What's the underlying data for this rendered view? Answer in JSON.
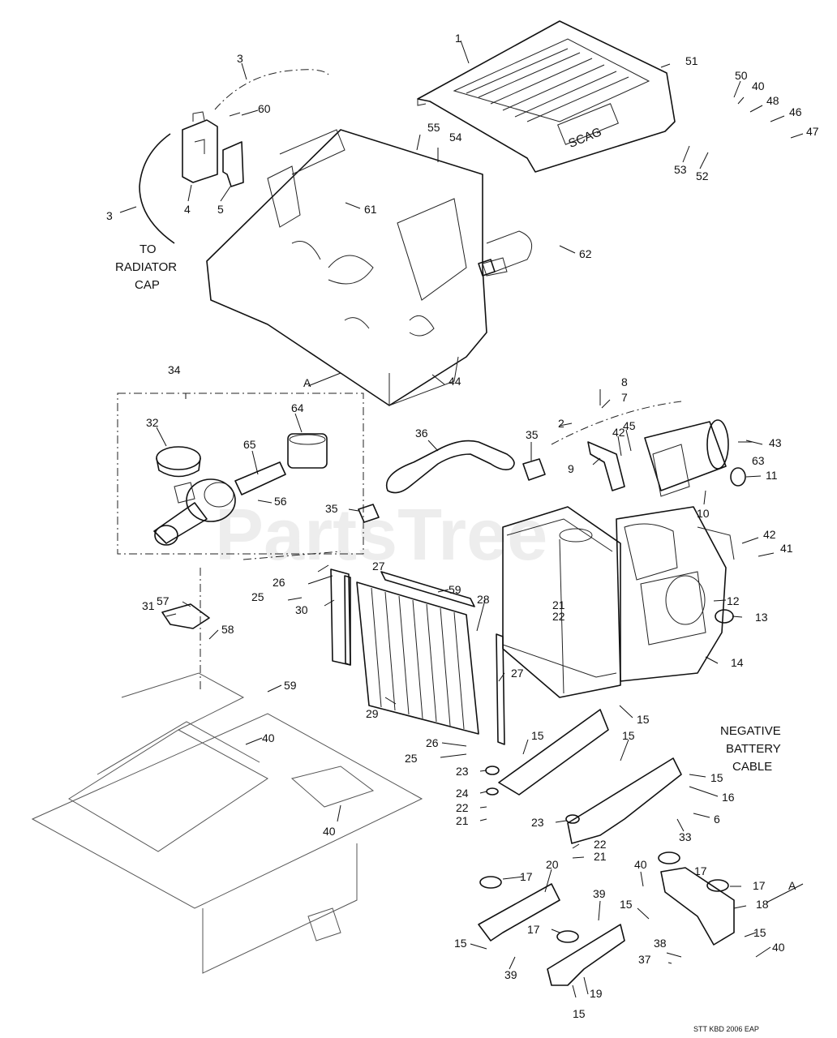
{
  "callouts": {
    "c1": "1",
    "c2": "2",
    "c3a": "3",
    "c3b": "3",
    "c4": "4",
    "c5": "5",
    "c6": "6",
    "c7": "7",
    "c8": "8",
    "c9": "9",
    "c10": "10",
    "c11": "11",
    "c12": "12",
    "c13": "13",
    "c14": "14",
    "c15a": "15",
    "c15b": "15",
    "c15c": "15",
    "c15d": "15",
    "c15e": "15",
    "c15f": "15",
    "c15g": "15",
    "c15h": "15",
    "c16": "16",
    "c17a": "17",
    "c17b": "17",
    "c17c": "17",
    "c17d": "17",
    "c18": "18",
    "c19": "19",
    "c20": "20",
    "c21a": "21",
    "c21b": "21",
    "c21c": "21",
    "c22a": "22",
    "c22b": "22",
    "c22c": "22",
    "c23a": "23",
    "c23b": "23",
    "c24": "24",
    "c25a": "25",
    "c25b": "25",
    "c26a": "26",
    "c26b": "26",
    "c27a": "27",
    "c27b": "27",
    "c28": "28",
    "c29": "29",
    "c30": "30",
    "c31": "31",
    "c32": "32",
    "c33": "33",
    "c34": "34",
    "c35a": "35",
    "c35b": "35",
    "c36": "36",
    "c37": "37",
    "c38": "38",
    "c39a": "39",
    "c39b": "39",
    "c40a": "40",
    "c40b": "40",
    "c40c": "40",
    "c40d": "40",
    "c40e": "40",
    "c41": "41",
    "c42a": "42",
    "c42b": "42",
    "c43": "43",
    "c44": "44",
    "c45": "45",
    "c46": "46",
    "c47": "47",
    "c48": "48",
    "c50": "50",
    "c51": "51",
    "c52": "52",
    "c53": "53",
    "c54": "54",
    "c55": "55",
    "c56": "56",
    "c57": "57",
    "c58": "58",
    "c59a": "59",
    "c59b": "59",
    "c60": "60",
    "c61": "61",
    "c62": "62",
    "c63": "63",
    "c64": "64",
    "c65": "65",
    "refA1": "A",
    "refA2": "A"
  },
  "notes": {
    "to_radiator_cap_1": "TO",
    "to_radiator_cap_2": "RADIATOR",
    "to_radiator_cap_3": "CAP",
    "negative_battery_cable_1": "NEGATIVE",
    "negative_battery_cable_2": "BATTERY",
    "negative_battery_cable_3": "CABLE"
  },
  "footer_code": "STT KBD 2006 EAP",
  "watermark": "PartsTree",
  "hood_logo": "SCAG"
}
